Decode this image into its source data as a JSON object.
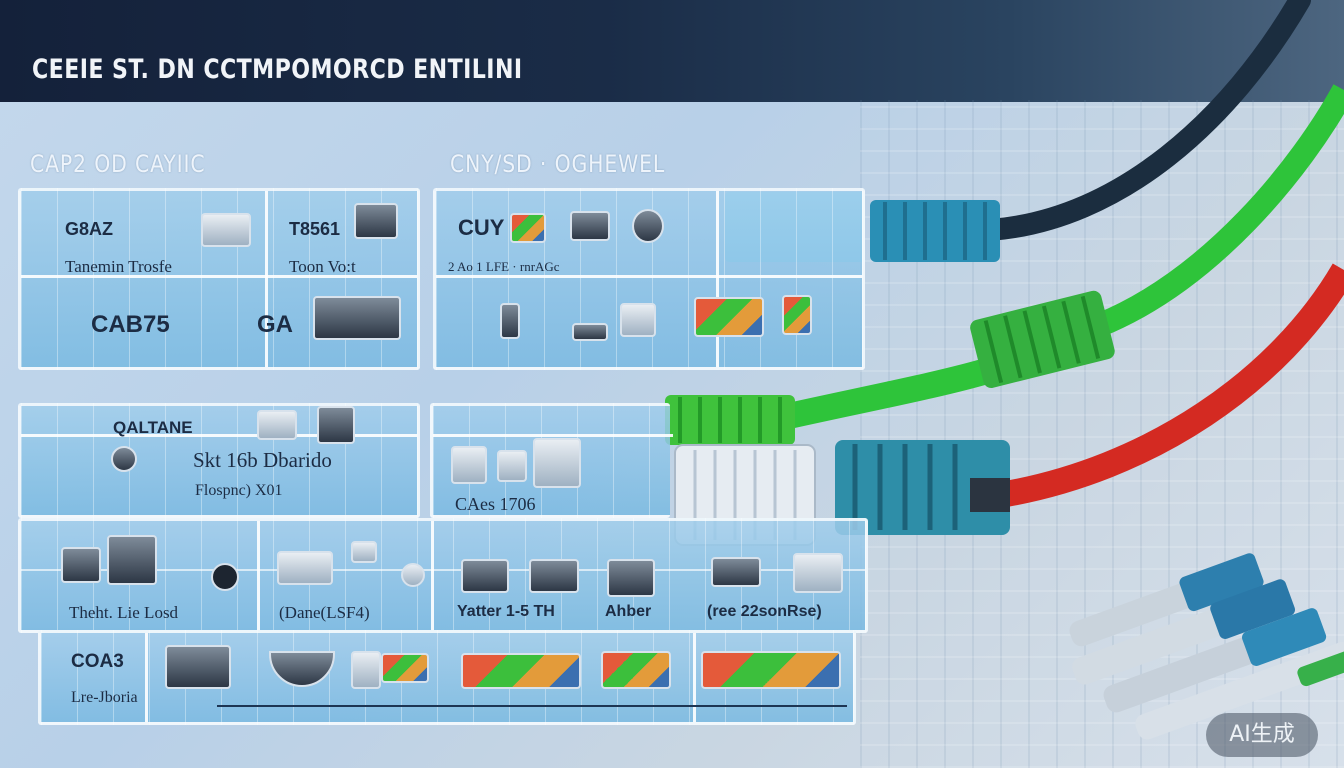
{
  "header": {
    "title": "CEEIE ST. DN CCTMPOMORCD ENTILINI",
    "background_color": "#14213a"
  },
  "section_left": {
    "label": "CAP2 OD CAYIIC",
    "panel_top": {
      "cells": [
        {
          "code": "G8AZ",
          "caption": "Tanemin Trosfe"
        },
        {
          "code": "T8561",
          "caption": "Toon Vo:t"
        },
        {
          "code": "CAB75",
          "caption": ""
        },
        {
          "code": "GA",
          "caption": ""
        }
      ]
    },
    "panel_mid": {
      "title": "QALTANE",
      "line1": "Skt 16b Dbarido",
      "line2": "Flospnc) X01"
    }
  },
  "section_right": {
    "label": "CNY/SD · OGHEWEL",
    "panel_top": {
      "code": "CUY",
      "caption": "2 Ao 1 LFE · rnrAGc"
    },
    "panel_mid": {
      "caption": "CAes 1706"
    }
  },
  "bottom_row": {
    "captions": [
      "Theht. Lie Losd",
      "(Dane(LSF4)",
      "Yatter 1-5 TH",
      "Ahber",
      "(ree 22sonRse)"
    ]
  },
  "footer_row": {
    "code": "COA3",
    "caption": "Lre-Jboria"
  },
  "cables": {
    "colors": [
      "#1b2d3f",
      "#2ec43a",
      "#d42a22",
      "#2a8fb5"
    ]
  },
  "watermark": {
    "text": "AI生成"
  }
}
